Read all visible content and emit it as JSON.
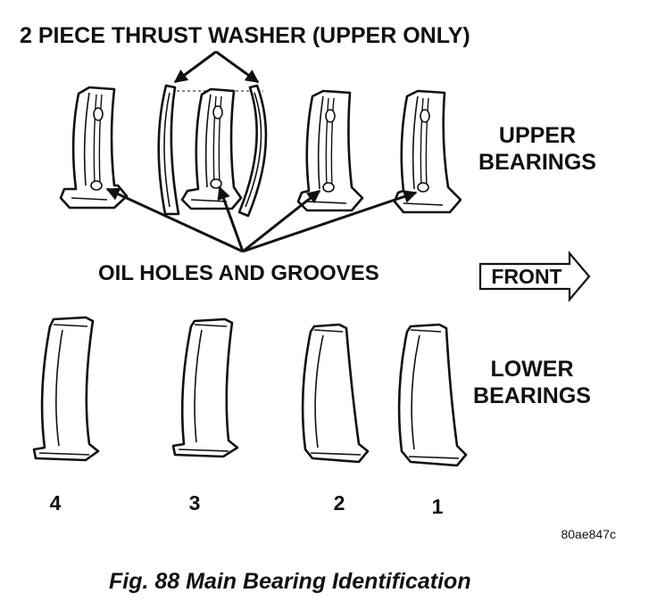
{
  "labels": {
    "thrust_washer": "2 PIECE THRUST WASHER (UPPER ONLY)",
    "upper_line1": "UPPER",
    "upper_line2": "BEARINGS",
    "oil_holes": "OIL HOLES AND GROOVES",
    "front": "FRONT",
    "lower_line1": "LOWER",
    "lower_line2": "BEARINGS"
  },
  "bearing_numbers": [
    "4",
    "3",
    "2",
    "1"
  ],
  "image_code": "80ae847c",
  "caption": "Fig. 88 Main Bearing Identification"
}
